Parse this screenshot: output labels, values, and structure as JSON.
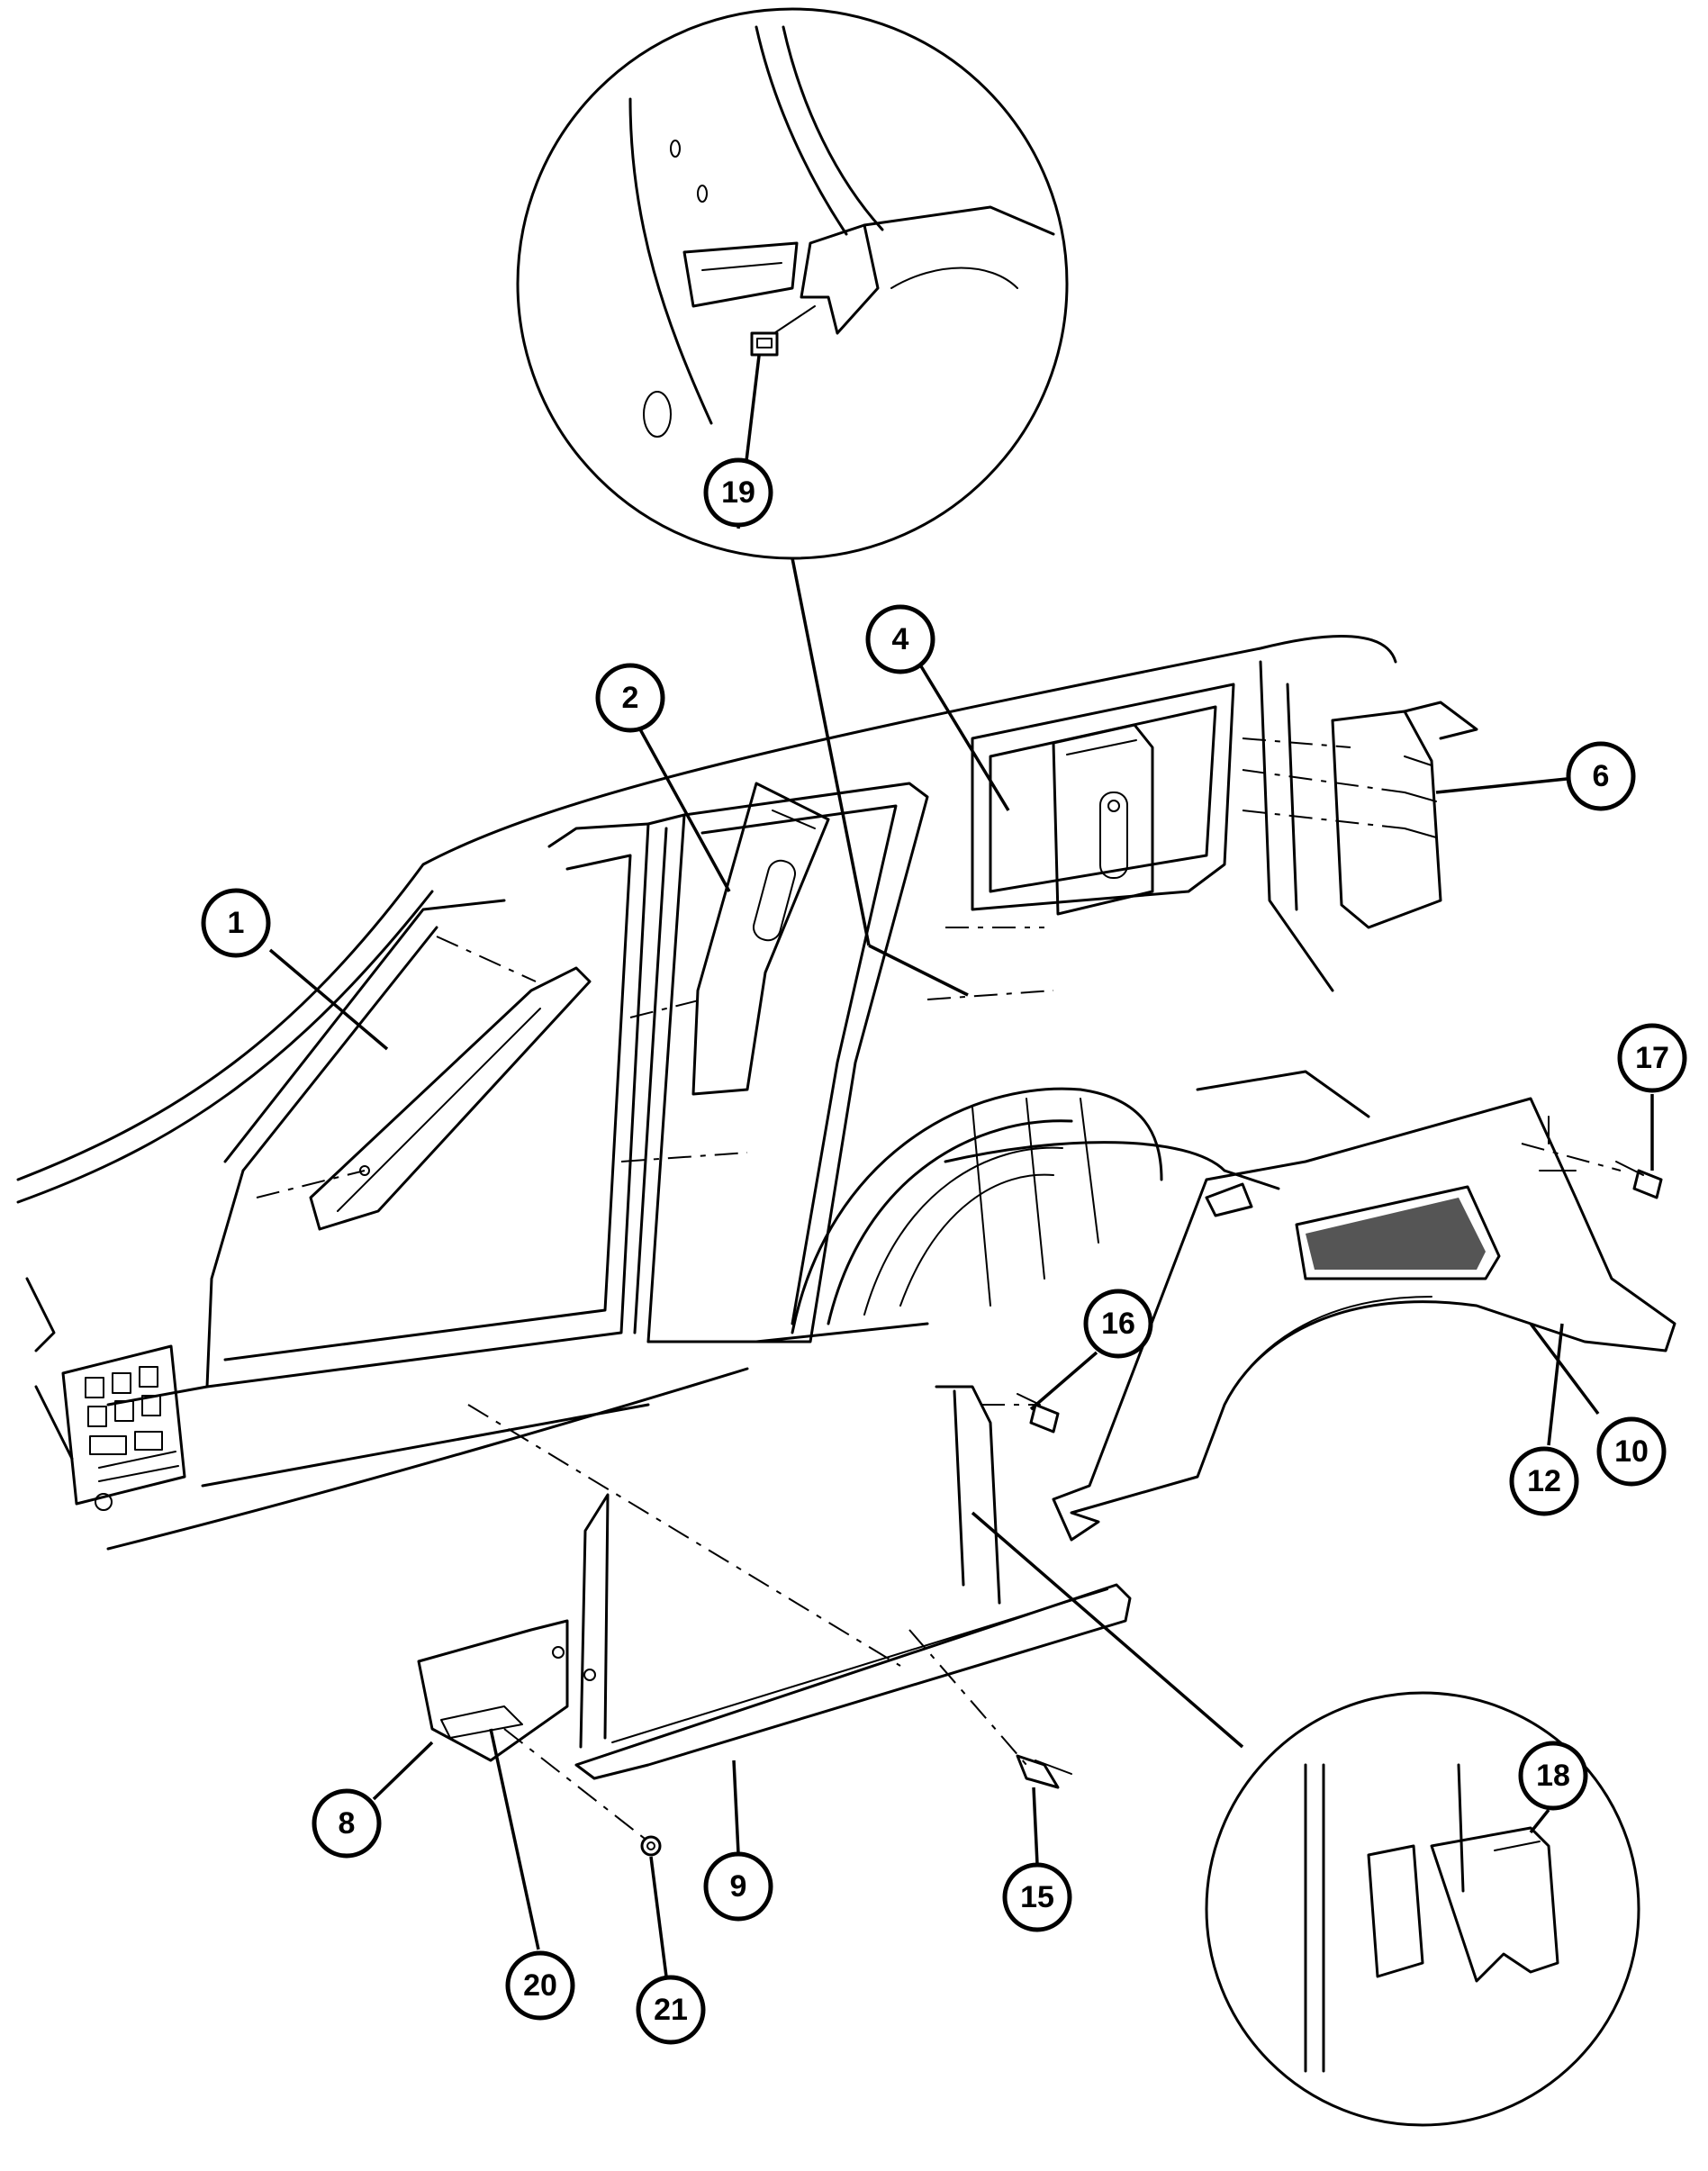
{
  "callouts": [
    {
      "id": "1",
      "label": "1"
    },
    {
      "id": "2",
      "label": "2"
    },
    {
      "id": "4",
      "label": "4"
    },
    {
      "id": "6",
      "label": "6"
    },
    {
      "id": "8",
      "label": "8"
    },
    {
      "id": "9",
      "label": "9"
    },
    {
      "id": "10",
      "label": "10"
    },
    {
      "id": "12",
      "label": "12"
    },
    {
      "id": "15",
      "label": "15"
    },
    {
      "id": "16",
      "label": "16"
    },
    {
      "id": "17",
      "label": "17"
    },
    {
      "id": "18",
      "label": "18"
    },
    {
      "id": "19",
      "label": "19"
    },
    {
      "id": "20",
      "label": "20"
    },
    {
      "id": "21",
      "label": "21"
    }
  ]
}
